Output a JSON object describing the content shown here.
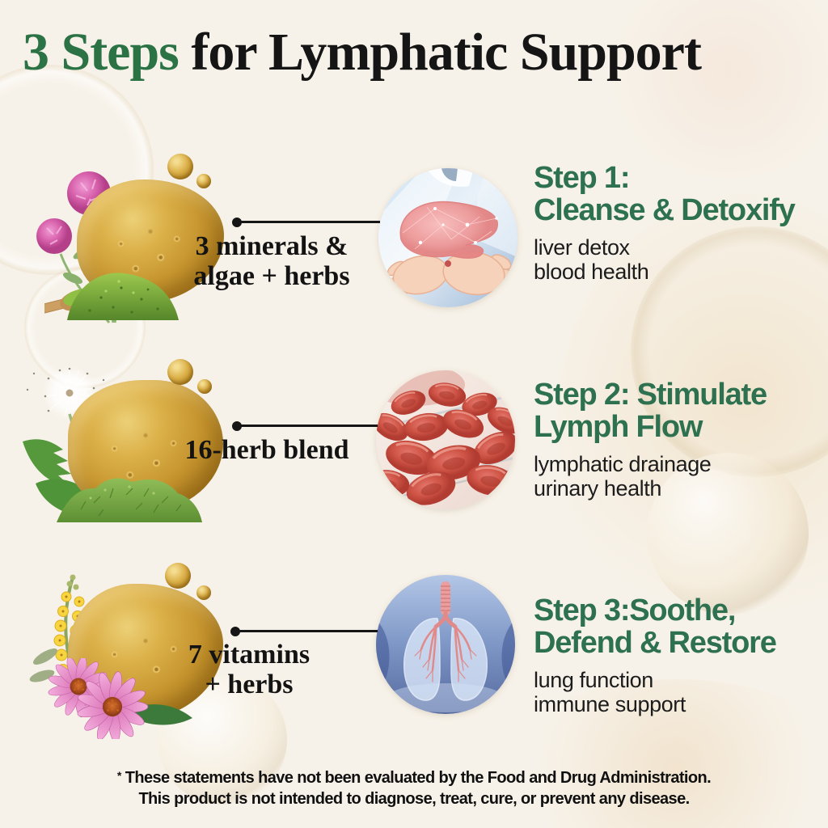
{
  "title": {
    "highlight": "3 Steps",
    "rest": " for Lymphatic Support"
  },
  "steps": [
    {
      "index": 1,
      "label_lines": [
        "3 minerals &",
        "algae + herbs"
      ],
      "heading_lines": [
        "Step 1:",
        "Cleanse & Detoxify"
      ],
      "benefits": [
        "liver detox",
        "blood health"
      ],
      "ingredient_image": "red-clover-flowers-and-green-algae-powder-with-spoon",
      "circle_image": "liver-held-in-hands"
    },
    {
      "index": 2,
      "label_lines": [
        "16-herb blend"
      ],
      "heading_lines": [
        "Step 2: Stimulate",
        "Lymph Flow"
      ],
      "benefits": [
        "lymphatic drainage",
        "urinary health"
      ],
      "ingredient_image": "dandelion-seed-head-leaves-and-herb-pile",
      "circle_image": "red-blood-cells"
    },
    {
      "index": 3,
      "label_lines": [
        "7 vitamins",
        "+ herbs"
      ],
      "heading_lines": [
        "Step 3:Soothe,",
        "Defend & Restore"
      ],
      "benefits": [
        "lung function",
        "immune support"
      ],
      "ingredient_image": "mullein-spike-and-echinacea-flowers",
      "circle_image": "lungs-with-bronchial-tree"
    }
  ],
  "disclaimer": {
    "marker": "*",
    "line1": "These statements have not been evaluated by the Food and Drug Administration.",
    "line2": "This product is not intended to diagnose, treat, cure, or prevent any disease."
  },
  "colors": {
    "title_green": "#2b7245",
    "heading_green": "#2d7150",
    "text_black": "#161616",
    "background_cream": "#f7f2e9",
    "gold_blob": "#c6952f"
  }
}
